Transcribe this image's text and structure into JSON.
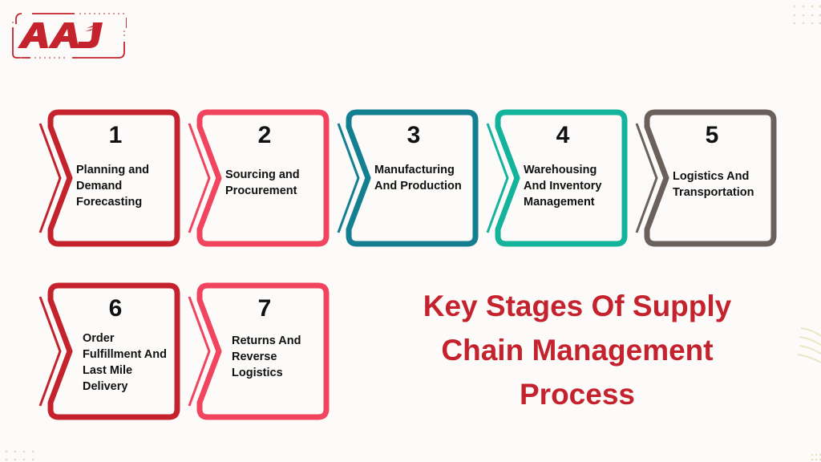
{
  "logo": {
    "text": "AAJ",
    "color": "#c4232d"
  },
  "title": {
    "lines": [
      "Key Stages Of Supply",
      "Chain Management",
      "Process"
    ],
    "color": "#c4232d"
  },
  "stages": [
    {
      "number": "1",
      "label": "Planning and Demand Forecasting",
      "color": "#c4232d"
    },
    {
      "number": "2",
      "label": "Sourcing and Procurement",
      "color": "#f0445f"
    },
    {
      "number": "3",
      "label": "Manufacturing And Production",
      "color": "#137f91"
    },
    {
      "number": "4",
      "label": "Warehousing And Inventory Management",
      "color": "#14b39b"
    },
    {
      "number": "5",
      "label": "Logistics And Transportation",
      "color": "#6b615c"
    },
    {
      "number": "6",
      "label": "Order Fulfillment And Last Mile Delivery",
      "color": "#c4232d"
    },
    {
      "number": "7",
      "label": "Returns And Reverse Logistics",
      "color": "#f0445f"
    }
  ],
  "decorations": {
    "dot_color": "#e3dfc2",
    "line_color": "#ece5c5"
  }
}
